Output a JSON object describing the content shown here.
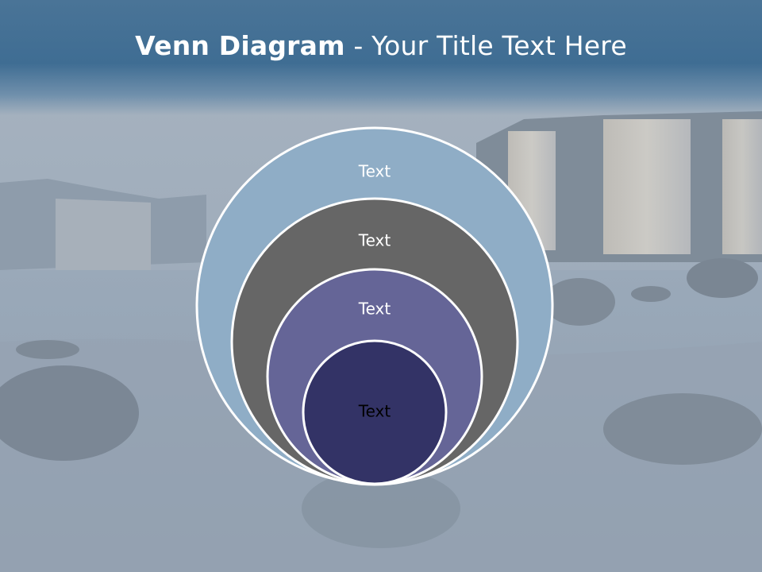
{
  "slide": {
    "title_bold": "Venn Diagram",
    "title_rest": " - Your Title Text Here"
  },
  "diagram": {
    "circles": [
      {
        "label": "Text",
        "fill": "#8fadc6",
        "text_color": "#ffffff"
      },
      {
        "label": "Text",
        "fill": "#666666",
        "text_color": "#ffffff"
      },
      {
        "label": "Text",
        "fill": "#656597",
        "text_color": "#ffffff"
      },
      {
        "label": "Text",
        "fill": "#333366",
        "text_color": "#000000"
      }
    ]
  },
  "colors": {
    "title_band": "#44709a",
    "background_haze": "#9aa9b8"
  }
}
